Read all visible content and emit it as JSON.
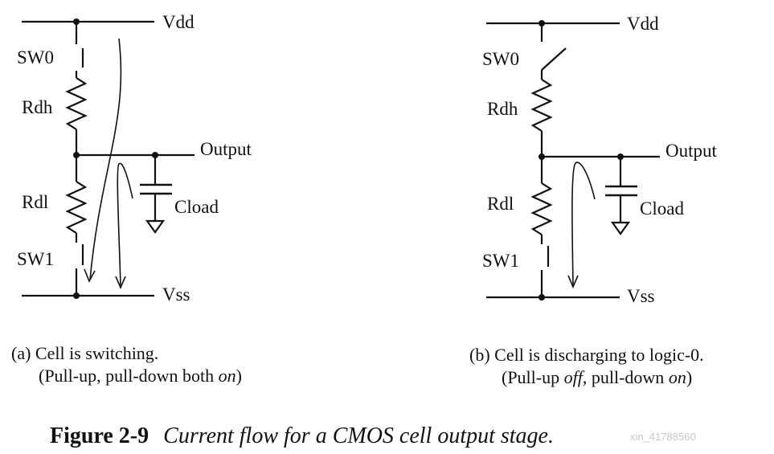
{
  "labels": {
    "vdd": "Vdd",
    "vss": "Vss",
    "output": "Output",
    "sw0": "SW0",
    "sw1": "SW1",
    "rdh": "Rdh",
    "rdl": "Rdl",
    "cload": "Cload"
  },
  "caption_a": {
    "line1": "(a) Cell is switching.",
    "line2_pre": "(Pull-up, pull-down both ",
    "line2_em": "on",
    "line2_post": ")"
  },
  "caption_b": {
    "line1": "(b) Cell is discharging to logic-0.",
    "line2_pre": "(Pull-up ",
    "line2_em1": "off",
    "line2_mid": ", pull-down ",
    "line2_em2": "on",
    "line2_post": ")"
  },
  "figure": {
    "number": "Figure 2-9",
    "title": "Current flow for a CMOS cell output stage."
  },
  "watermark": "xin_41788560"
}
